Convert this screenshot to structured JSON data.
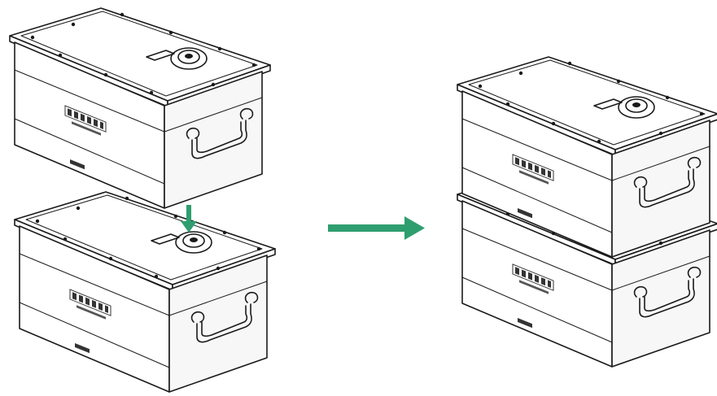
{
  "diagram": {
    "colors": {
      "arrow": "#2f9e6e",
      "line": "#1a1a1a",
      "background": "#ffffff"
    },
    "left_group": {
      "boxes": [
        "battery-module-top",
        "battery-module-bottom"
      ],
      "connector_arrow": "down-arrow"
    },
    "transition_arrow": "right-arrow",
    "right_group": {
      "boxes": [
        "battery-module-stacked-top",
        "battery-module-stacked-bottom"
      ]
    }
  }
}
